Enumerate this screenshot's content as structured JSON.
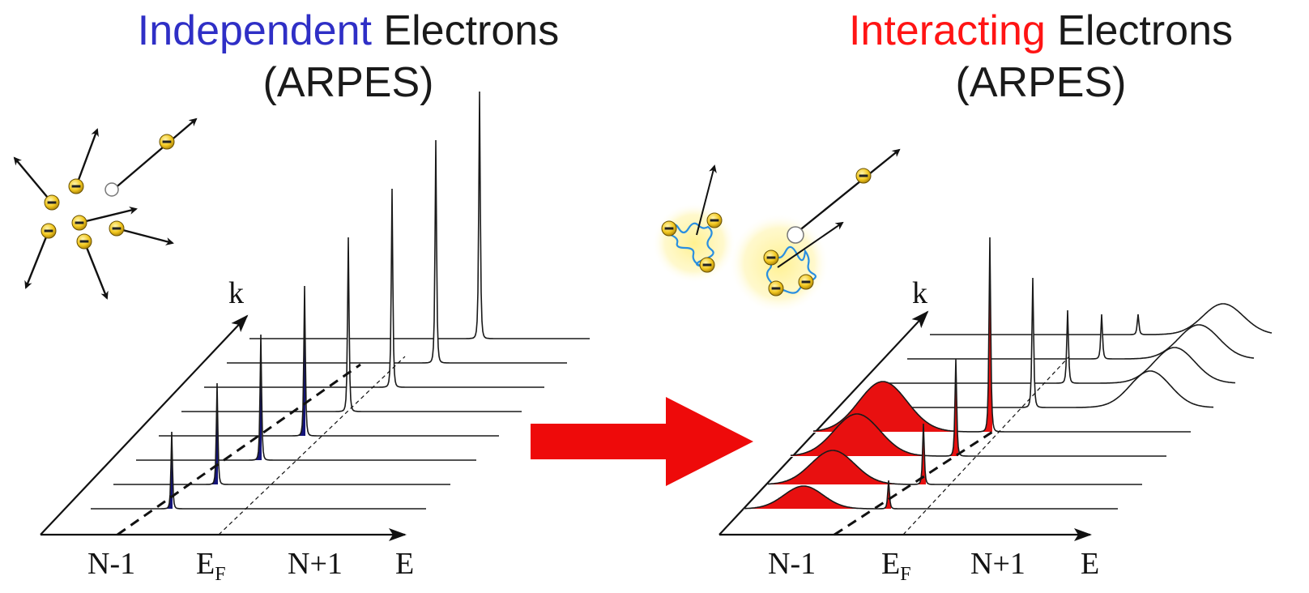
{
  "left_panel": {
    "title_highlight": "Independent",
    "title_rest": " Electrons",
    "title_line2": "(ARPES)",
    "highlight_color": "#2f2fc6",
    "peak_fill_color": "#14147a",
    "axis_k": "k",
    "axis_labels": {
      "n_minus_1": "N-1",
      "fermi_main": "E",
      "fermi_sub": "F",
      "n_plus_1": "N+1",
      "energy": "E"
    }
  },
  "right_panel": {
    "title_highlight": "Interacting",
    "title_rest": " Electrons",
    "title_line2": "(ARPES)",
    "highlight_color": "#ff1414",
    "peak_fill_color": "#e81010",
    "axis_k": "k",
    "axis_labels": {
      "n_minus_1": "N-1",
      "fermi_main": "E",
      "fermi_sub": "F",
      "n_plus_1": "N+1",
      "energy": "E"
    }
  },
  "arrow_color": "#ee0a0a",
  "electron_color": "#f2cc2a",
  "wiggle_color": "#2a8fe0",
  "glow_color": "#fff3a0"
}
